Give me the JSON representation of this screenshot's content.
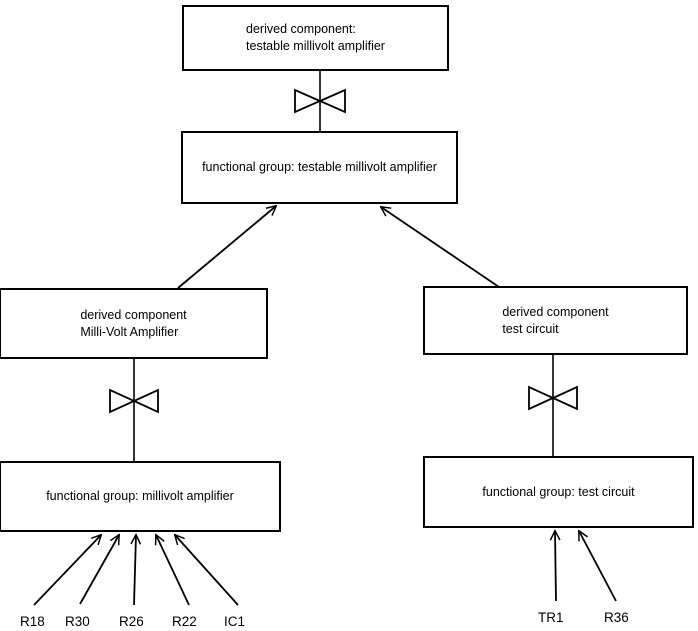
{
  "diagram": {
    "title": "derived component / functional group decomposition",
    "background_color": "#ffffff",
    "line_color": "#000000",
    "nodes": [
      {
        "id": "derived-testable-mv-amp",
        "label": "derived component:\n testable millivolt amplifier",
        "type": "derived-component"
      },
      {
        "id": "fg-testable-mv-amp",
        "label": "functional group: testable millivolt amplifier",
        "type": "functional-group"
      },
      {
        "id": "derived-mv-amp",
        "label": "derived component\nMilli-Volt Amplifier",
        "type": "derived-component"
      },
      {
        "id": "derived-test-circuit",
        "label": "derived component\ntest circuit",
        "type": "derived-component"
      },
      {
        "id": "fg-mv-amp",
        "label": "functional group: millivolt amplifier",
        "type": "functional-group"
      },
      {
        "id": "fg-test-circuit",
        "label": "functional group: test circuit",
        "type": "functional-group"
      }
    ],
    "leaf_labels": [
      {
        "id": "r18",
        "label": "R18"
      },
      {
        "id": "r30",
        "label": "R30"
      },
      {
        "id": "r26",
        "label": "R26"
      },
      {
        "id": "r22",
        "label": "R22"
      },
      {
        "id": "ic1",
        "label": "IC1"
      },
      {
        "id": "tr1",
        "label": "TR1"
      },
      {
        "id": "r36",
        "label": "R36"
      }
    ],
    "connectors": [
      {
        "id": "bowtie-top",
        "kind": "bowtie",
        "from": "fg-testable-mv-amp",
        "to": "derived-testable-mv-amp"
      },
      {
        "id": "bowtie-left",
        "kind": "bowtie",
        "from": "fg-mv-amp",
        "to": "derived-mv-amp"
      },
      {
        "id": "bowtie-right",
        "kind": "bowtie",
        "from": "fg-test-circuit",
        "to": "derived-test-circuit"
      },
      {
        "id": "arrow-mv-to-fg",
        "kind": "arrow",
        "from": "derived-mv-amp",
        "to": "fg-testable-mv-amp"
      },
      {
        "id": "arrow-tc-to-fg",
        "kind": "arrow",
        "from": "derived-test-circuit",
        "to": "fg-testable-mv-amp"
      },
      {
        "id": "arrow-r18",
        "kind": "arrow",
        "from": "r18",
        "to": "fg-mv-amp"
      },
      {
        "id": "arrow-r30",
        "kind": "arrow",
        "from": "r30",
        "to": "fg-mv-amp"
      },
      {
        "id": "arrow-r26",
        "kind": "arrow",
        "from": "r26",
        "to": "fg-mv-amp"
      },
      {
        "id": "arrow-r22",
        "kind": "arrow",
        "from": "r22",
        "to": "fg-mv-amp"
      },
      {
        "id": "arrow-ic1",
        "kind": "arrow",
        "from": "ic1",
        "to": "fg-mv-amp"
      },
      {
        "id": "arrow-tr1",
        "kind": "arrow",
        "from": "tr1",
        "to": "fg-test-circuit"
      },
      {
        "id": "arrow-r36",
        "kind": "arrow",
        "from": "r36",
        "to": "fg-test-circuit"
      }
    ]
  }
}
